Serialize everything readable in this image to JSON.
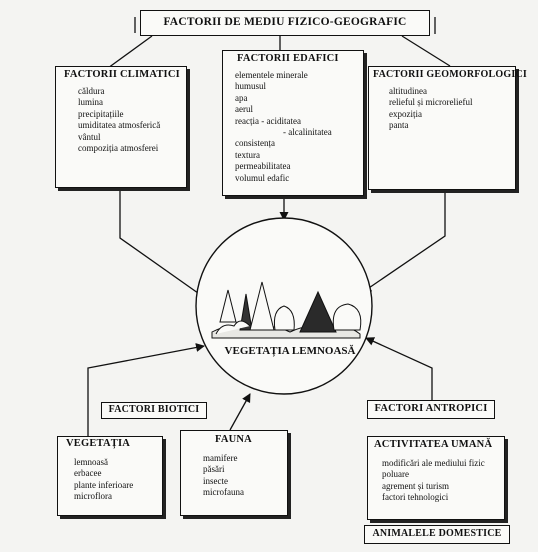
{
  "header": {
    "title": "FACTORII DE MEDIU FIZICO-GEOGRAFIC"
  },
  "climatic": {
    "title": "FACTORII CLIMATICI",
    "items": [
      "căldura",
      "lumina",
      "precipitațiile",
      "umiditatea atmosferică",
      "vântul",
      "compoziția atmosferei"
    ]
  },
  "edafic": {
    "title": "FACTORII EDAFICI",
    "items": [
      "elementele minerale",
      "humusul",
      "apa",
      "aerul",
      "reacția - aciditatea",
      "- alcalinitatea",
      "consistența",
      "textura",
      "permeabilitatea",
      "volumul edafic"
    ]
  },
  "geomorf": {
    "title": "FACTORII GEOMORFOLOGICI",
    "items": [
      "altitudinea",
      "relieful și microrelieful",
      "expoziția",
      "panta"
    ]
  },
  "center": {
    "label": "VEGETAȚIA LEMNOASĂ"
  },
  "biotici": {
    "title": "FACTORI BIOTICI"
  },
  "antropici": {
    "title": "FACTORI ANTROPICI"
  },
  "vegetatia": {
    "title": "VEGETAȚIA",
    "items": [
      "lemnoasă",
      "erbacee",
      "plante inferioare",
      "microflora"
    ]
  },
  "fauna": {
    "title": "FAUNA",
    "items": [
      "mamifere",
      "păsări",
      "insecte",
      "microfauna"
    ]
  },
  "activitatea": {
    "title": "ACTIVITATEA UMANĂ",
    "items": [
      "modificări ale mediului fizic",
      "poluare",
      "agrement și turism",
      "factori tehnologici"
    ]
  },
  "animale": {
    "title": "ANIMALELE DOMESTICE"
  }
}
